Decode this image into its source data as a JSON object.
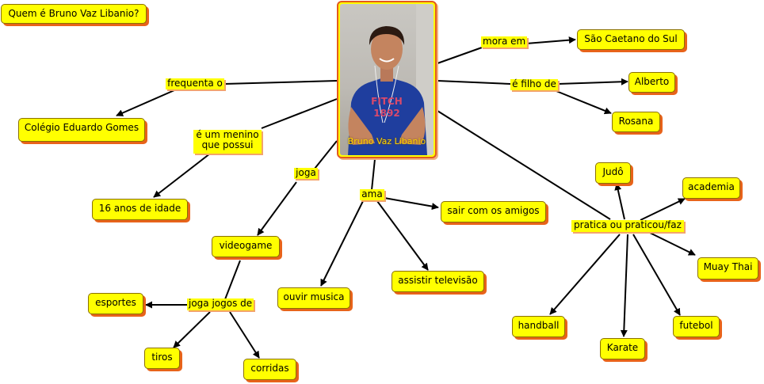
{
  "focus_question": "Quem é Bruno Vaz Libanio?",
  "center": {
    "label": "Bruno Vaz Libanio",
    "shirt_text_line1": "FITCH",
    "shirt_text_line2": "1892"
  },
  "concepts": {
    "sao_caetano": "São Caetano do Sul",
    "alberto": "Alberto",
    "rosana": "Rosana",
    "colegio": "Colégio Eduardo Gomes",
    "idade": "16 anos de idade",
    "videogame": "videogame",
    "esportes": "esportes",
    "tiros": "tiros",
    "corridas": "corridas",
    "sair": "sair com os amigos",
    "musica": "ouvir musica",
    "televisao": "assistir televisão",
    "judo": "Judô",
    "academia": "academia",
    "muay_thai": "Muay Thai",
    "futebol": "futebol",
    "karate": "Karate",
    "handball": "handball"
  },
  "links": {
    "mora_em": "mora em",
    "filho_de": "é filho de",
    "frequenta": "frequenta o",
    "menino_line1": "é um menino",
    "menino_line2": "que possui",
    "joga": "joga",
    "ama": "ama",
    "joga_jogos": "joga jogos de",
    "pratica": "pratica ou praticou/faz"
  },
  "colors": {
    "node_fill": "#ffff00",
    "node_shadow": "#e8631a",
    "photo_border": "#e35a1e",
    "caption": "#ffd200"
  }
}
